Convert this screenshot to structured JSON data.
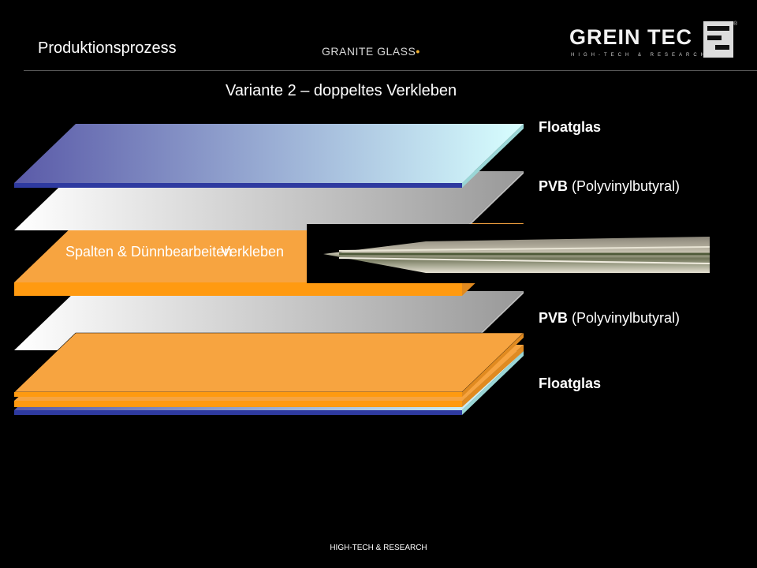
{
  "header": {
    "title": "Produktionsprozess",
    "granite_logo_text": "GRANITE GLASS",
    "grein_logo_text": "GREIN TEC",
    "grein_logo_subtext": "HIGH-TECH & RESEARCH",
    "grein_logo_registered": "®"
  },
  "subtitle": "Variante 2 – doppeltes Verkleben",
  "layers": [
    {
      "bold": "Floatglas",
      "rest": ""
    },
    {
      "bold": "PVB",
      "rest": " (Polyvinylbutyral)"
    },
    {
      "bold": "PVB",
      "rest": " (Polyvinylbutyral)"
    },
    {
      "bold": "Floatglas",
      "rest": ""
    }
  ],
  "middle_layer": {
    "text_a": "Spalten & Dünnbearbeiten",
    "text_b": "Verkleben"
  },
  "footer": "HIGH-TECH & RESEARCH",
  "colors": {
    "background": "#000000",
    "orange": "#f7a440",
    "orange_edge": "#ff9a10",
    "glass_blue_dark": "#5a5aa8",
    "glass_blue_light": "#d8ffff",
    "pvb_light": "#ffffff",
    "pvb_dark": "#999999",
    "accent_dot": "#f0b030"
  },
  "icons": [
    "laminated-glass-photo",
    "grein-s-mark-icon"
  ]
}
